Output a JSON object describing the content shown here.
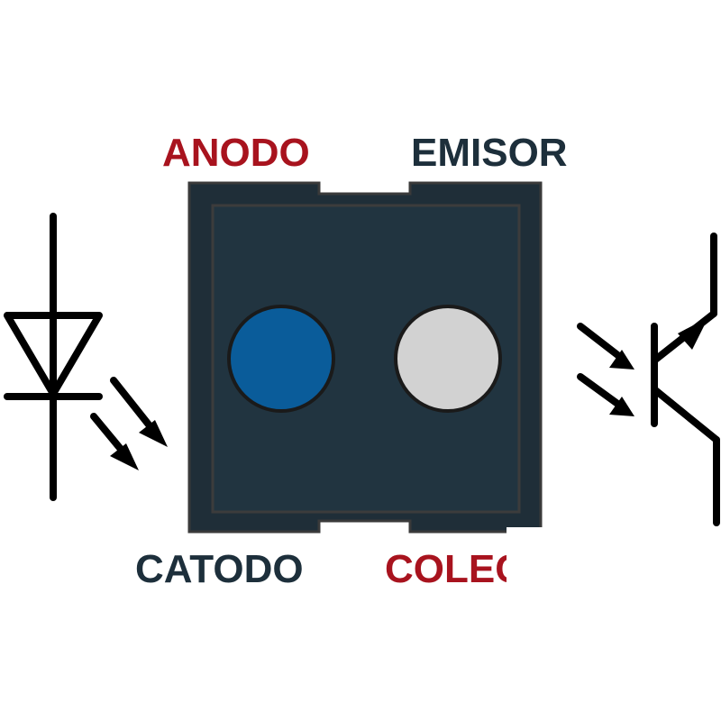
{
  "labels": {
    "anode": "ANODO",
    "emitter": "EMISOR",
    "cathode": "CATODO",
    "collector": "COLEC"
  },
  "colors": {
    "red_label": "#a8131e",
    "dark_label": "#1d2f3b",
    "package_outer": "#1f2e38",
    "package_inner": "#213440",
    "led_window": "#0a5c9a",
    "sensor_window": "#d2d2d2",
    "symbol_stroke": "#000000"
  },
  "icons": {
    "left_symbol": "led-diode-icon",
    "right_symbol": "phototransistor-icon"
  }
}
